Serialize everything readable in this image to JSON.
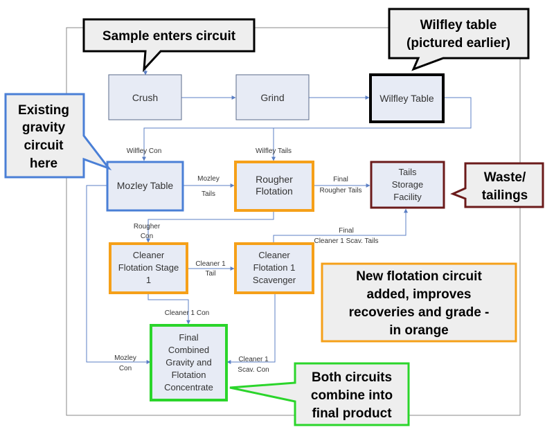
{
  "nodes": {
    "crush": [
      "Crush"
    ],
    "grind": [
      "Grind"
    ],
    "wilfley": [
      "Wilfley Table"
    ],
    "mozley": [
      "Mozley Table"
    ],
    "rougher": [
      "Rougher",
      "Flotation"
    ],
    "tails": [
      "Tails",
      "Storage",
      "Facility"
    ],
    "cleaner": [
      "Cleaner",
      "Flotation Stage",
      "1"
    ],
    "scavenger": [
      "Cleaner",
      "Flotation 1",
      "Scavenger"
    ],
    "final": [
      "Final",
      "Combined",
      "Gravity and",
      "Flotation",
      "Concentrate"
    ]
  },
  "edge_labels": {
    "wilfley_con": [
      "Wilfley Con"
    ],
    "wilfley_tails": [
      "Wilfley Tails"
    ],
    "mozley_tails": [
      "Mozley",
      "Tails"
    ],
    "final_rougher_tails": [
      "Final",
      "Rougher Tails"
    ],
    "rougher_con": [
      "Rougher",
      "Con"
    ],
    "cleaner1_tail": [
      "Cleaner 1",
      "Tail"
    ],
    "final_cleaner1_scav_tails": [
      "Final",
      "Cleaner 1 Scav. Tails"
    ],
    "cleaner1_con": [
      "Cleaner 1 Con"
    ],
    "mozley_con": [
      "Mozley",
      "Con"
    ],
    "cleaner1_scav_con": [
      "Cleaner 1",
      "Scav. Con"
    ]
  },
  "callouts": {
    "sample": [
      "Sample enters circuit"
    ],
    "wilfley_pictured": [
      "Wilfley table",
      "(pictured earlier)"
    ],
    "existing_gravity": [
      "Existing",
      "gravity",
      "circuit",
      "here"
    ],
    "waste": [
      "Waste/",
      "tailings"
    ],
    "new_flotation": [
      "New flotation circuit",
      "added, improves",
      "recoveries and grade -",
      "in orange"
    ],
    "both_circuits": [
      "Both circuits",
      "combine into",
      "final product"
    ]
  },
  "colors": {
    "box_fill": "#e7ebf5",
    "arrow": "#5b7fc4",
    "gravity_blue": "#4a7fd6",
    "flotation_orange": "#f5a019",
    "tails_brown": "#6b1a1a",
    "final_green": "#2bd52b",
    "callout_fill": "#eeeeee"
  }
}
